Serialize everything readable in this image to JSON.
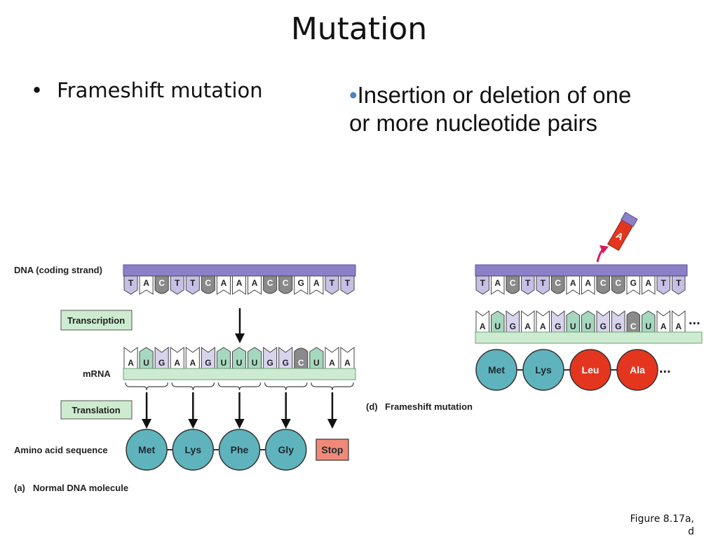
{
  "slide": {
    "title": "Mutation",
    "bullet_left": "Frameshift mutation",
    "bullet_right_line1": "Insertion or deletion of one",
    "bullet_right_line2": "or more nucleotide pairs",
    "figure_caption_line1": "Figure 8.17a,",
    "figure_caption_line2": "d"
  },
  "panel_a": {
    "dna_label": "DNA (coding strand)",
    "transcription_label": "Transcription",
    "mrna_label": "mRNA",
    "translation_label": "Translation",
    "amino_label": "Amino acid sequence",
    "caption_letter": "(a)",
    "caption_text": "Normal DNA molecule",
    "dna_bases": [
      "T",
      "A",
      "C",
      "T",
      "T",
      "C",
      "A",
      "A",
      "A",
      "C",
      "C",
      "G",
      "A",
      "T",
      "T"
    ],
    "mrna_bases": [
      "A",
      "U",
      "G",
      "A",
      "A",
      "G",
      "U",
      "U",
      "U",
      "G",
      "G",
      "C",
      "U",
      "A",
      "A"
    ],
    "amino_acids": [
      "Met",
      "Lys",
      "Phe",
      "Gly"
    ],
    "stop_label": "Stop"
  },
  "panel_d": {
    "caption_letter": "(d)",
    "caption_text": "Frameshift mutation",
    "inserted_base": "A",
    "dna_bases": [
      "T",
      "A",
      "C",
      "T",
      "T",
      "C",
      "A",
      "A",
      "C",
      "C",
      "G",
      "A",
      "T",
      "T"
    ],
    "mrna_bases": [
      "A",
      "U",
      "G",
      "A",
      "A",
      "G",
      "U",
      "U",
      "G",
      "G",
      "C",
      "U",
      "A",
      "A"
    ],
    "mrna_ellipsis": "...",
    "amino_acids": [
      "Met",
      "Lys",
      "Leu",
      "Ala"
    ],
    "amino_ellipsis": "..."
  },
  "colors": {
    "dna_backbone": "#8b80c8",
    "purine_fill": "#ffffff",
    "pyrimidine_dna": "#c8bfe6",
    "c_base": "#8a8a8a",
    "g_base_mrna": "#d9d4ee",
    "u_base": "#a6d8c0",
    "mrna_backbone": "#cdebd0",
    "label_box": "#cdebd0",
    "normal_amino": "#5fb3bd",
    "mutant_amino": "#e4361e",
    "stop": "#f08a78",
    "arrow_pink": "#d81b60"
  }
}
